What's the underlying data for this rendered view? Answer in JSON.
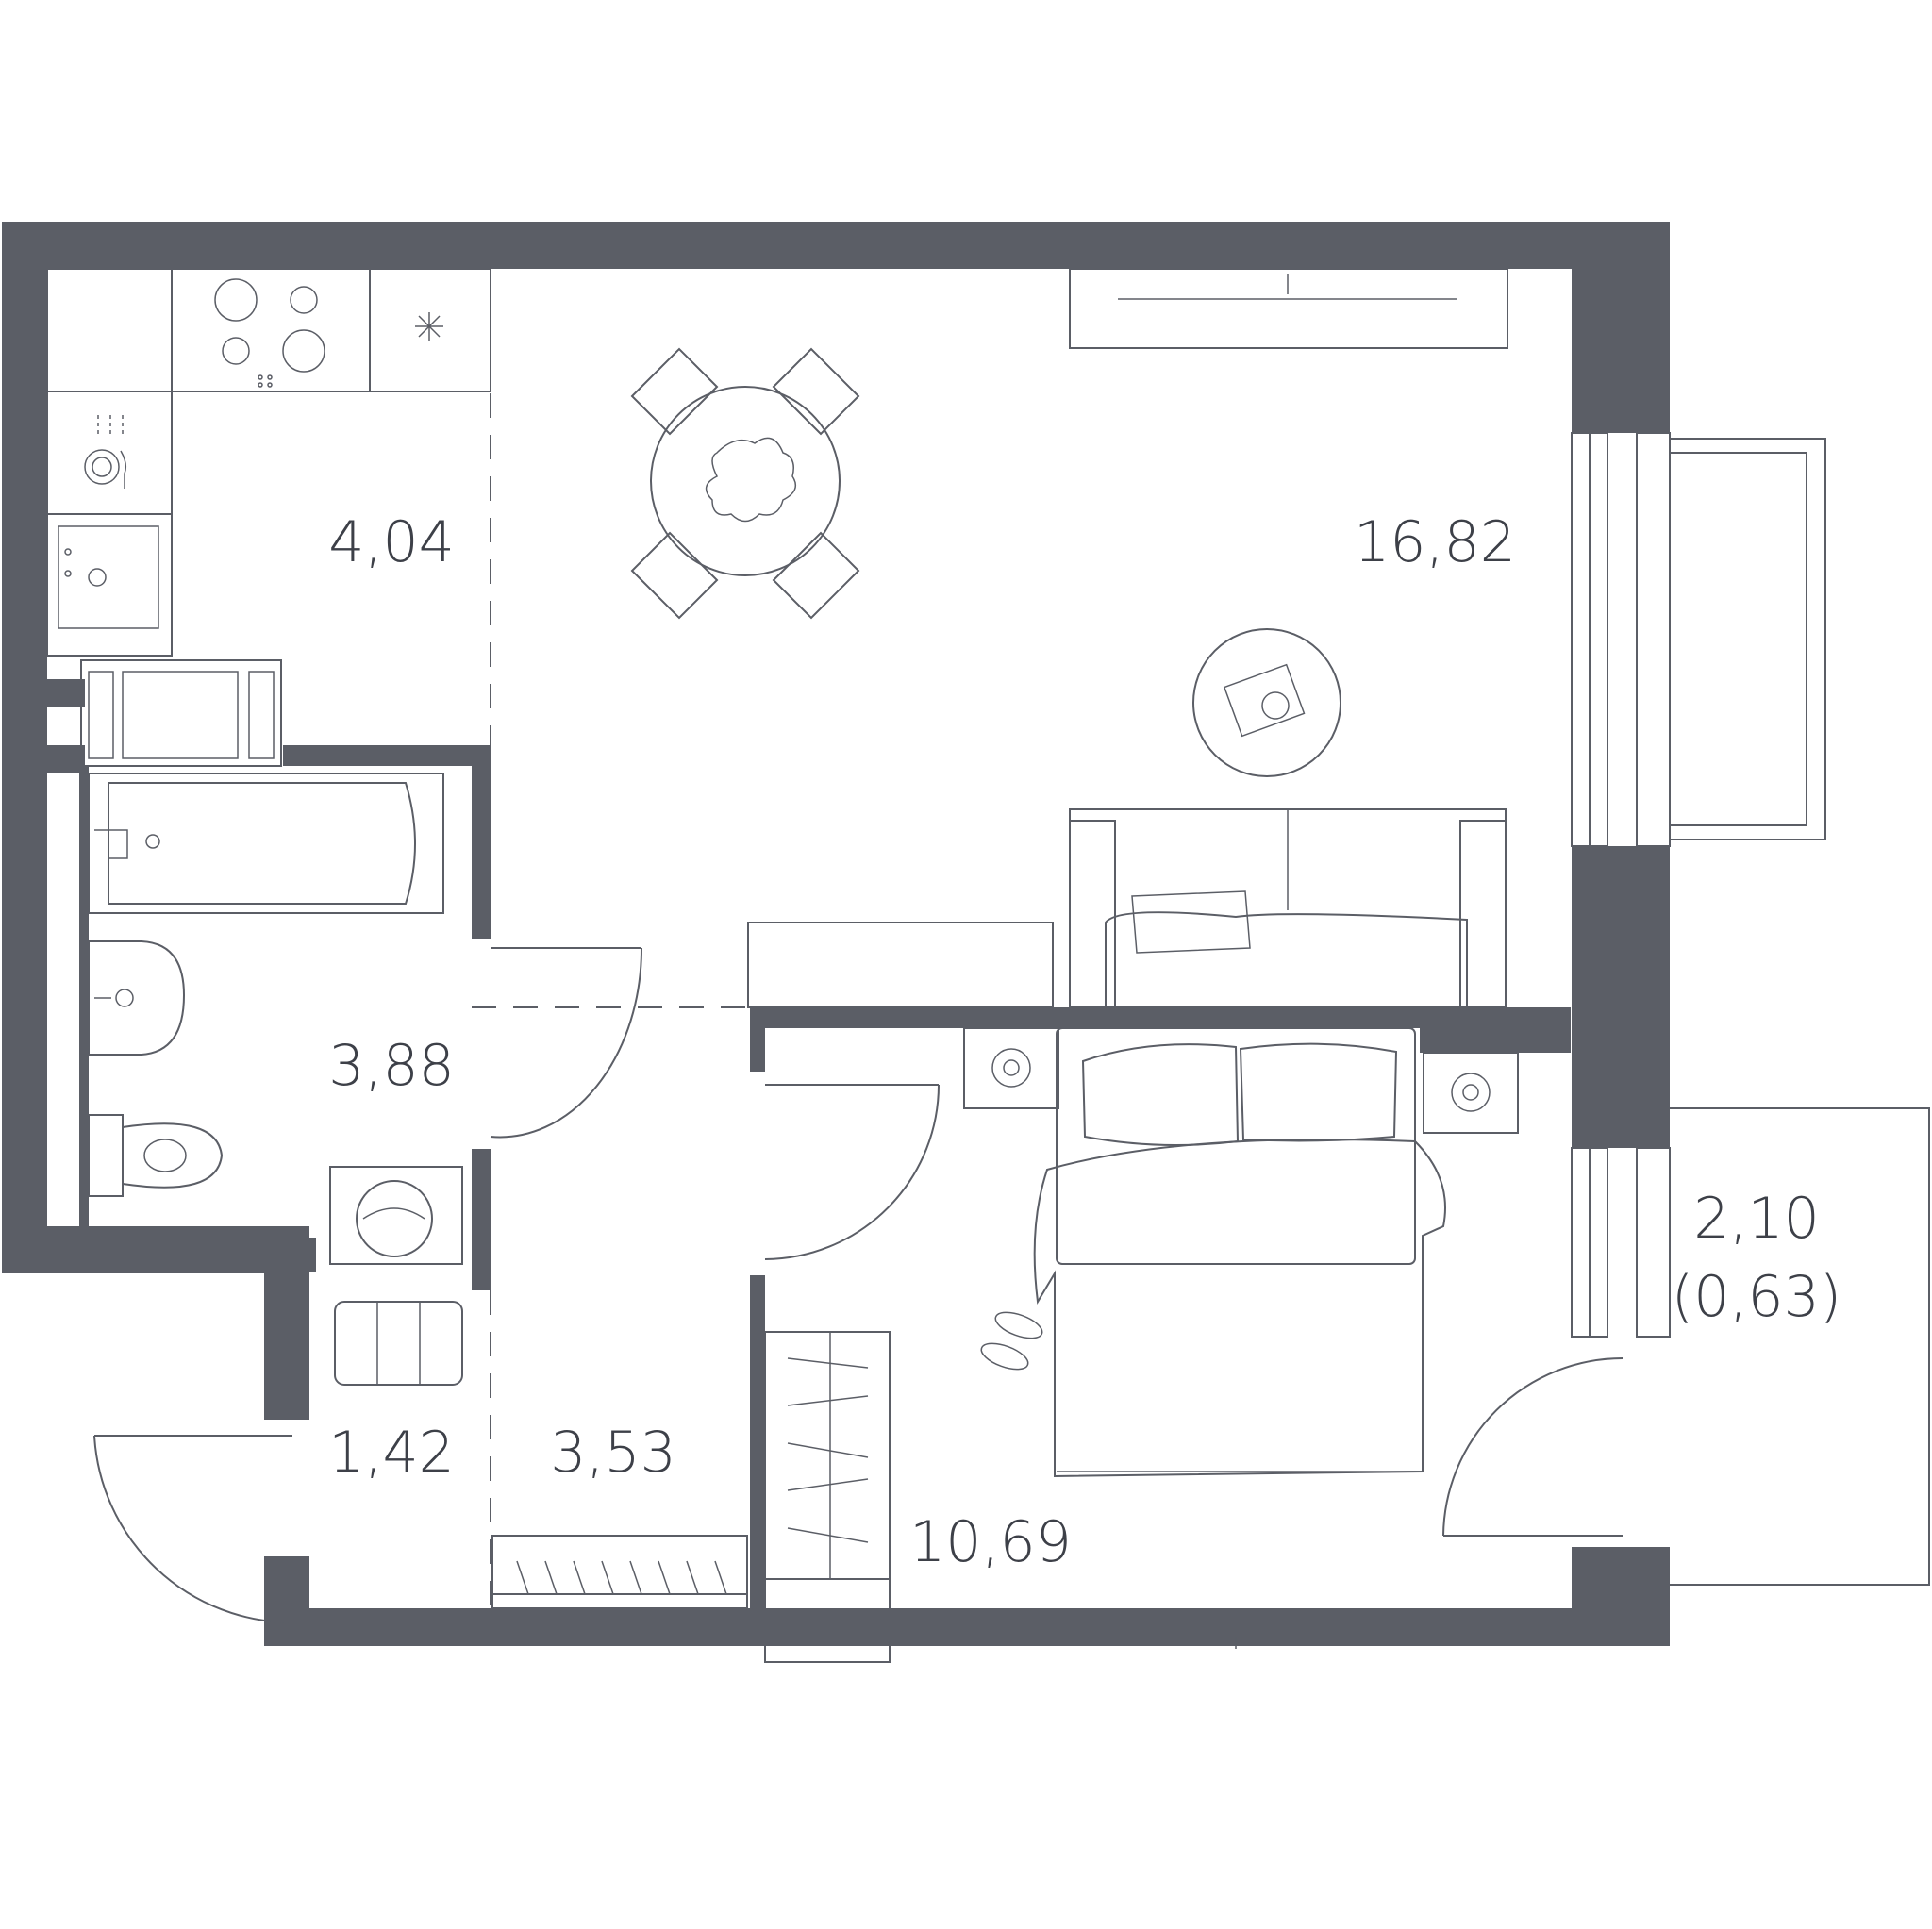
{
  "plan": {
    "rooms": [
      {
        "id": "kitchen",
        "area": "4,04"
      },
      {
        "id": "living-room",
        "area": "16,82"
      },
      {
        "id": "bathroom",
        "area": "3,88"
      },
      {
        "id": "entry",
        "area": "1,42"
      },
      {
        "id": "hall",
        "area": "3,53"
      },
      {
        "id": "bedroom",
        "area": "10,69"
      },
      {
        "id": "balcony",
        "area": "2,10",
        "area_secondary": "(0,63)"
      }
    ],
    "colors": {
      "wall": "#5b5e66",
      "background": "#ffffff",
      "text": "#3d4048"
    }
  }
}
